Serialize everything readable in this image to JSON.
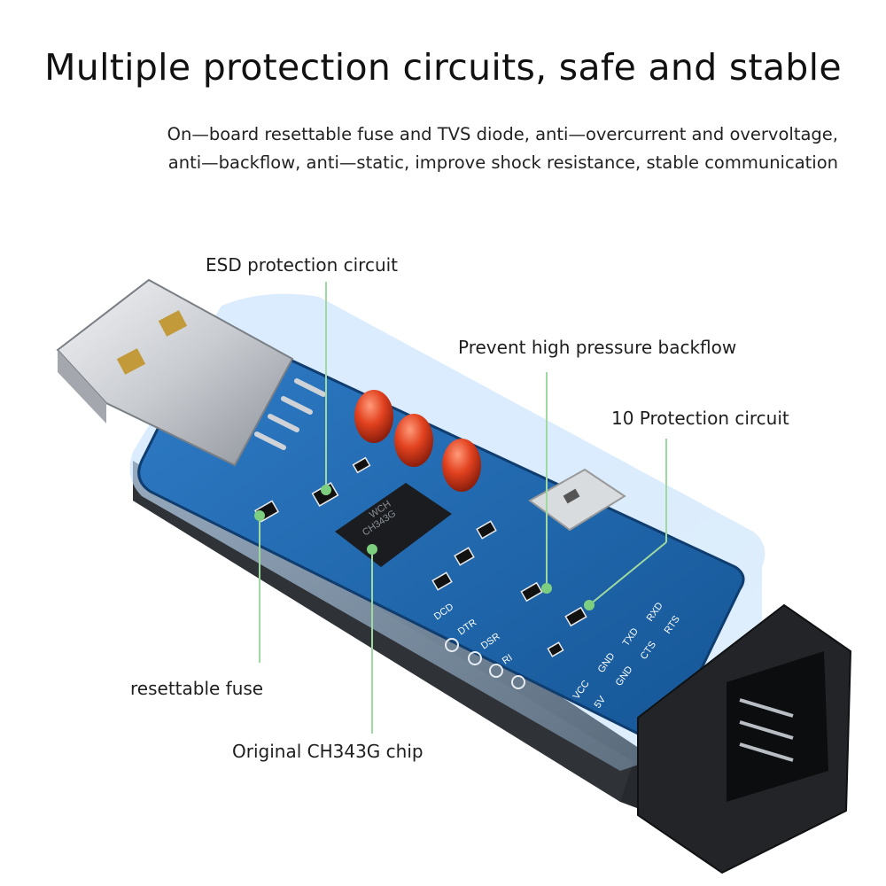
{
  "header": {
    "title": "Multiple protection circuits, safe and stable",
    "subtitle_line1": "On—board resettable fuse and TVS diode, anti—overcurrent and overvoltage,",
    "subtitle_line2": "anti—backflow, anti—static, improve shock resistance, stable communication"
  },
  "callouts": {
    "esd": "ESD protection circuit",
    "backflow": "Prevent high pressure backflow",
    "io_protection": "10 Protection circuit",
    "fuse": "resettable fuse",
    "chip": "Original CH343G chip"
  },
  "board": {
    "chip_marking_1": "WCH",
    "chip_marking_2": "CH343G",
    "pad_labels_left": [
      "DCD",
      "DTR",
      "DSR",
      "RI"
    ],
    "pad_labels_right_top": [
      "VCC",
      "GND",
      "TXD",
      "RXD"
    ],
    "pad_labels_right_bottom": [
      "5V",
      "GND",
      "CTS",
      "RTS"
    ]
  },
  "colors": {
    "pcb": "#1c5fa8",
    "pcb_dark": "#123f78",
    "case": "#2a2d31",
    "led": "#d63a1e",
    "leader_line": "#9fd9a0",
    "leader_dot": "#7ccf7e"
  }
}
